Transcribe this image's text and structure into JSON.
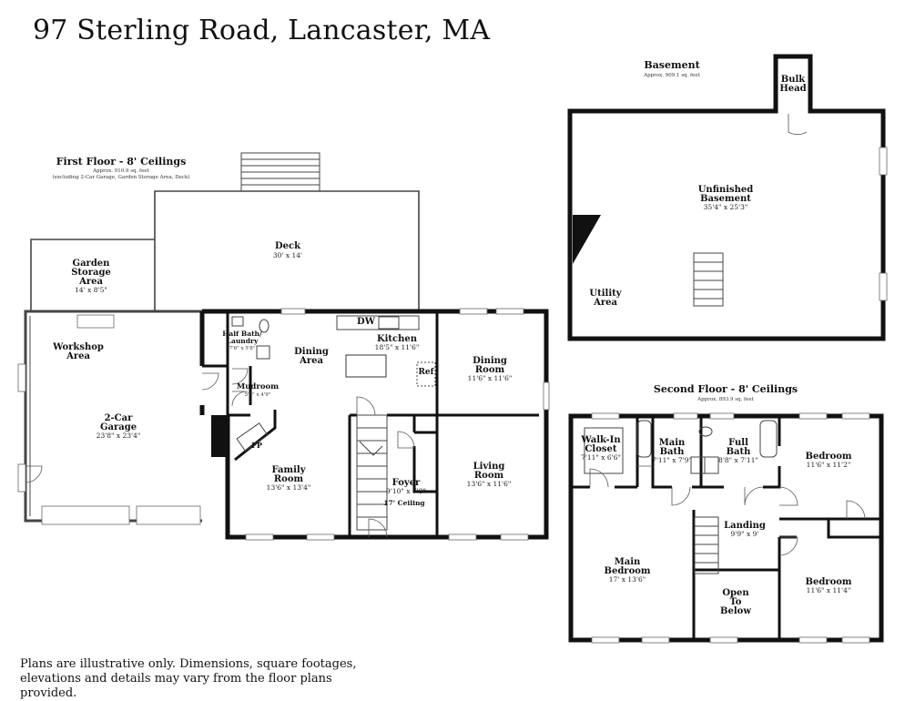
{
  "title": "97 Sterling Road, Lancaster, MA",
  "disclaimer": "Plans are illustrative only. Dimensions, square footages, elevations and details may vary from the floor plans provided.",
  "first_floor": {
    "heading": "First Floor - 8' Ceilings",
    "area": "Approx. 910.9 sq. feet",
    "note": "(excluding 2-Car Garage, Garden Storage Area, Deck)",
    "rooms": {
      "deck": {
        "name": "Deck",
        "dims": "30' x 14'"
      },
      "garden": {
        "line1": "Garden",
        "line2": "Storage",
        "line3": "Area",
        "dims": "14' x 8'5\""
      },
      "workshop": {
        "line1": "Workshop",
        "line2": "Area"
      },
      "garage": {
        "line1": "2-Car",
        "line2": "Garage",
        "dims": "23'8\" x 23'4\""
      },
      "halfbath": {
        "line1": "Half Bath/",
        "line2": "Laundry",
        "dims": "7'6\" x 5'8\""
      },
      "mudroom": {
        "name": "Mudroom",
        "dims": "5'6\" x 4'9\""
      },
      "dining_area": {
        "line1": "Dining",
        "line2": "Area"
      },
      "kitchen": {
        "name": "Kitchen",
        "dims": "18'5\" x 11'6\""
      },
      "dining_room": {
        "line1": "Dining",
        "line2": "Room",
        "dims": "11'6\" x 11'6\""
      },
      "family_room": {
        "line1": "Family",
        "line2": "Room",
        "dims": "13'6\" x 13'4\""
      },
      "foyer": {
        "name": "Foyer",
        "dims": "9'10\" x 7'8\"",
        "note": "17' Ceiling"
      },
      "living_room": {
        "line1": "Living",
        "line2": "Room",
        "dims": "13'6\" x 11'6\""
      },
      "dw": "DW",
      "ref": "Ref",
      "fp": "FP"
    }
  },
  "basement": {
    "heading": "Basement",
    "area": "Approx. 909.1 sq. feet",
    "rooms": {
      "bulkhead": {
        "line1": "Bulk",
        "line2": "Head"
      },
      "unfinished": {
        "line1": "Unfinished",
        "line2": "Basement",
        "dims": "35'4\" x 25'3\""
      },
      "utility": {
        "line1": "Utility",
        "line2": "Area"
      }
    }
  },
  "second_floor": {
    "heading": "Second Floor - 8' Ceilings",
    "area": "Approx. 893.9 sq. feet",
    "rooms": {
      "walkin": {
        "line1": "Walk-In",
        "line2": "Closet",
        "dims": "7'11\" x 6'6\""
      },
      "mainbath": {
        "line1": "Main",
        "line2": "Bath",
        "dims": "7'11\" x 7'9\""
      },
      "fullbath": {
        "line1": "Full",
        "line2": "Bath",
        "dims": "8'8\" x 7'11\""
      },
      "bedroom1": {
        "name": "Bedroom",
        "dims": "11'6\" x 11'2\""
      },
      "landing": {
        "name": "Landing",
        "dims": "9'9\" x 9'"
      },
      "mainbed": {
        "line1": "Main",
        "line2": "Bedroom",
        "dims": "17' x 13'6\""
      },
      "open": {
        "line1": "Open",
        "line2": "To",
        "line3": "Below"
      },
      "bedroom2": {
        "name": "Bedroom",
        "dims": "11'6\" x 11'4\""
      }
    }
  }
}
